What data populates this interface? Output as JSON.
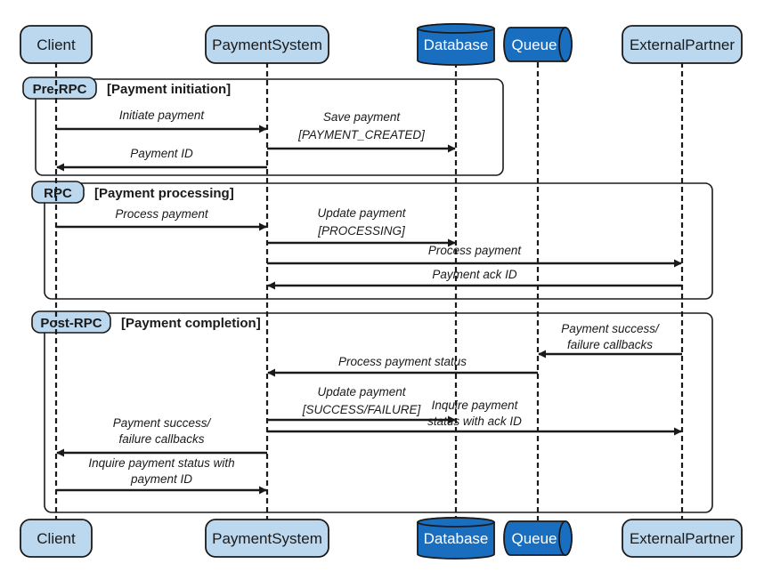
{
  "colors": {
    "participant_fill": "#bcd8ef",
    "store_fill": "#1a6ec0",
    "stroke": "#1a1a1a",
    "frame_tag_fill": "#bcd8ef"
  },
  "participants": [
    {
      "key": "client",
      "label": "Client",
      "shape": "box"
    },
    {
      "key": "payment",
      "label": "PaymentSystem",
      "shape": "box"
    },
    {
      "key": "database",
      "label": "Database",
      "shape": "cylinder"
    },
    {
      "key": "queue",
      "label": "Queue",
      "shape": "queue"
    },
    {
      "key": "partner",
      "label": "ExternalPartner",
      "shape": "box"
    }
  ],
  "frames": [
    {
      "tag": "Pre-RPC",
      "title": "[Payment initiation]"
    },
    {
      "tag": "RPC",
      "title": "[Payment processing]"
    },
    {
      "tag": "Post-RPC",
      "title": "[Payment completion]"
    }
  ],
  "messages": [
    {
      "from": "client",
      "to": "payment",
      "lines": [
        "Initiate payment"
      ]
    },
    {
      "from": "payment",
      "to": "database",
      "lines": [
        "Save payment",
        "[PAYMENT_CREATED]"
      ]
    },
    {
      "from": "payment",
      "to": "client",
      "lines": [
        "Payment ID"
      ]
    },
    {
      "from": "client",
      "to": "payment",
      "lines": [
        "Process payment"
      ]
    },
    {
      "from": "payment",
      "to": "database",
      "lines": [
        "Update payment",
        "[PROCESSING]"
      ]
    },
    {
      "from": "payment",
      "to": "partner",
      "lines": [
        "Process payment"
      ]
    },
    {
      "from": "partner",
      "to": "payment",
      "lines": [
        "Payment ack ID"
      ]
    },
    {
      "from": "partner",
      "to": "queue",
      "lines": [
        "Payment success/",
        "failure callbacks"
      ]
    },
    {
      "from": "queue",
      "to": "payment",
      "lines": [
        "Process payment status"
      ]
    },
    {
      "from": "payment",
      "to": "database",
      "lines": [
        "Update payment",
        "[SUCCESS/FAILURE]"
      ]
    },
    {
      "from": "payment",
      "to": "partner",
      "lines": [
        "Inquire payment",
        "status with ack ID"
      ]
    },
    {
      "from": "payment",
      "to": "client",
      "lines": [
        "Payment success/",
        "failure callbacks"
      ]
    },
    {
      "from": "client",
      "to": "payment",
      "lines": [
        "Inquire payment status with",
        "payment ID"
      ]
    }
  ]
}
